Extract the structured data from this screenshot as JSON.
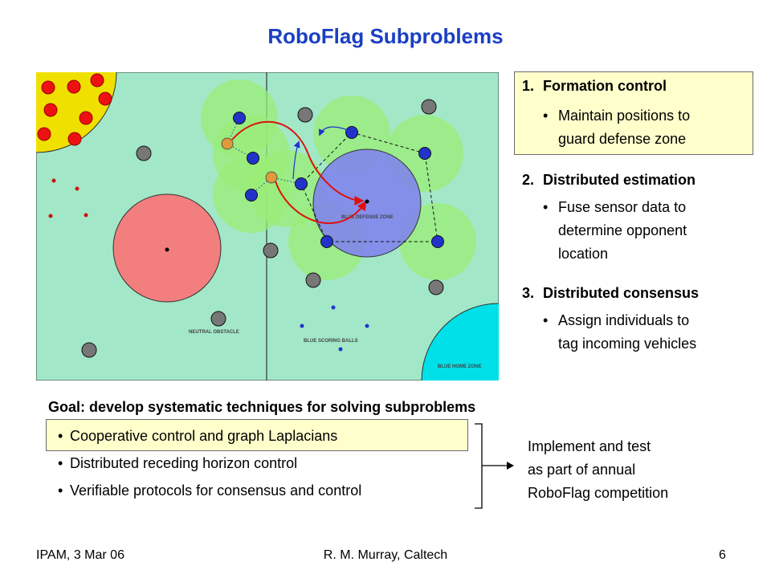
{
  "title": "RoboFlag Subproblems",
  "field": {
    "labels": {
      "defense_zone": "BLUE DEFENSE ZONE",
      "neutral_obstacle": "NEUTRAL OBSTACLE",
      "scoring_balls": "BLUE SCORING BALLS",
      "home_zone": "BLUE HOME ZONE"
    },
    "colors": {
      "field": "#a2e8c8",
      "red_zone": "#f27e7e",
      "yellow_zone": "#f0e000",
      "defense_zone": "#7f7ff0",
      "home_zone": "#00e0e8",
      "sensor_range": "#99ee77",
      "blue_robot": "#2233cc",
      "orange_robot": "#e09a3a",
      "path": "#dd1111"
    }
  },
  "items": [
    {
      "num": "1.",
      "heading": "Formation control",
      "bullet_lines": [
        "Maintain positions to",
        "guard defense zone"
      ]
    },
    {
      "num": "2.",
      "heading": "Distributed estimation",
      "bullet_lines": [
        "Fuse sensor data to",
        "determine opponent",
        "location"
      ]
    },
    {
      "num": "3.",
      "heading": "Distributed consensus",
      "bullet_lines": [
        "Assign individuals to",
        "tag incoming vehicles"
      ]
    }
  ],
  "goal": "Goal: develop systematic techniques for solving subproblems",
  "techniques": [
    "Cooperative control and graph Laplacians",
    "Distributed receding horizon control",
    "Verifiable protocols for consensus and control"
  ],
  "implement_lines": [
    "Implement and test",
    "as part of annual",
    "RoboFlag competition"
  ],
  "bullet_char": "•",
  "footer": {
    "left": "IPAM, 3 Mar 06",
    "center": "R. M. Murray, Caltech",
    "right": "6"
  }
}
